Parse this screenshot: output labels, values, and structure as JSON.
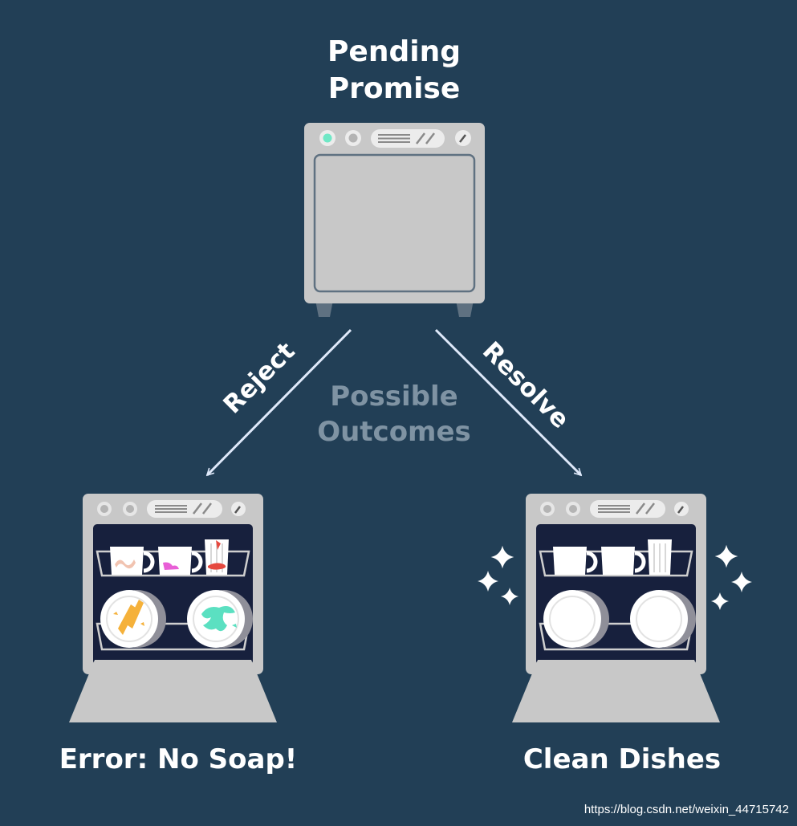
{
  "title": {
    "line1": "Pending",
    "line2": "Promise"
  },
  "center": {
    "line1": "Possible",
    "line2": "Outcomes"
  },
  "edges": {
    "reject": "Reject",
    "resolve": "Resolve"
  },
  "outcomes": {
    "rejected": "Error: No Soap!",
    "resolved": "Clean Dishes"
  },
  "watermark": "https://blog.csdn.net/weixin_44715742",
  "colors": {
    "background": "#223f56",
    "machine": "#c8c8c8",
    "machine_dark": "#5f7181",
    "interior": "#17203d",
    "arrow": "#dfe9fa",
    "indicator": "#6fe8c6",
    "stain_orange": "#f5b13a",
    "stain_teal": "#5be0c1",
    "stain_pink": "#e85fd6",
    "stain_red": "#e5493f",
    "stain_beige": "#f1c3b0"
  },
  "icons": {
    "pending": "closed-dishwasher-icon",
    "rejected": "dirty-dishes-dishwasher-icon",
    "resolved": "clean-dishes-dishwasher-icon",
    "sparkle": "sparkle-icon"
  }
}
